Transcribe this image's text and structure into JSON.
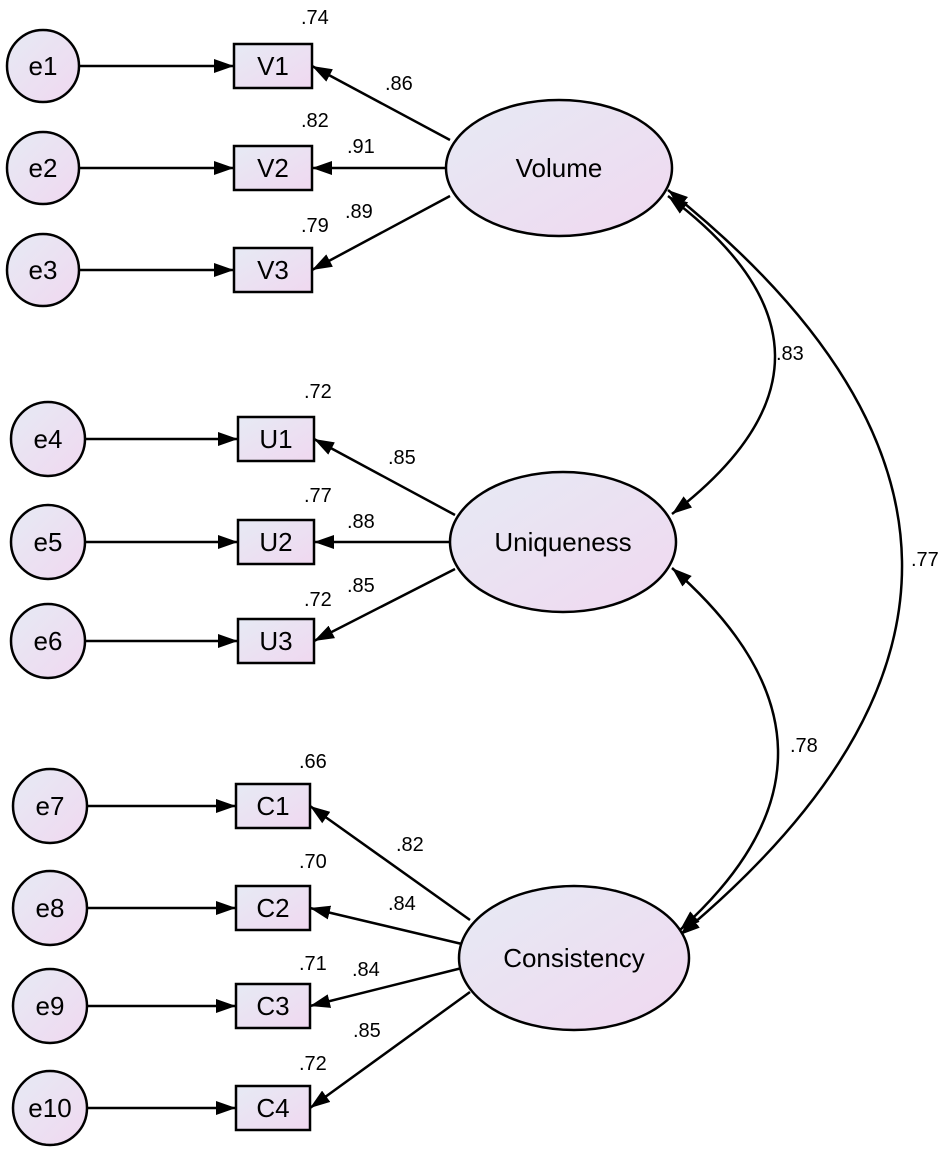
{
  "colors": {
    "fill_start": "#e6eaf4",
    "fill_end": "#f0d8f0",
    "stroke": "#000000"
  },
  "errors": [
    "e1",
    "e2",
    "e3",
    "e4",
    "e5",
    "e6",
    "e7",
    "e8",
    "e9",
    "e10"
  ],
  "indicators": [
    {
      "label": "V1",
      "r2": ".74",
      "loading": ".86"
    },
    {
      "label": "V2",
      "r2": ".82",
      "loading": ".91"
    },
    {
      "label": "V3",
      "r2": ".79",
      "loading": ".89"
    },
    {
      "label": "U1",
      "r2": ".72",
      "loading": ".85"
    },
    {
      "label": "U2",
      "r2": ".77",
      "loading": ".88"
    },
    {
      "label": "U3",
      "r2": ".72",
      "loading": ".85"
    },
    {
      "label": "C1",
      "r2": ".66",
      "loading": ".82"
    },
    {
      "label": "C2",
      "r2": ".70",
      "loading": ".84"
    },
    {
      "label": "C3",
      "r2": ".71",
      "loading": ".84"
    },
    {
      "label": "C4",
      "r2": ".72",
      "loading": ".85"
    }
  ],
  "latents": [
    "Volume",
    "Uniqueness",
    "Consistency"
  ],
  "correlations": {
    "volume_uniqueness": ".83",
    "uniqueness_consistency": ".78",
    "volume_consistency": ".77"
  }
}
